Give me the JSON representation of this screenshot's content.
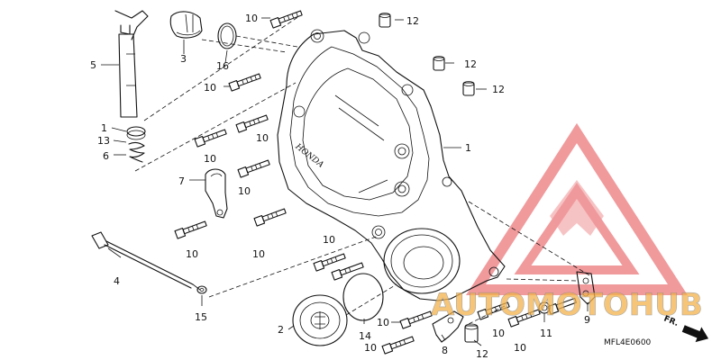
{
  "diagram": {
    "code": "MFL4E0600",
    "direction_label": "FR.",
    "cover_brand": "HONDA",
    "callouts": [
      {
        "id": "c5",
        "text": "5"
      },
      {
        "id": "c3",
        "text": "3"
      },
      {
        "id": "c16",
        "text": "16"
      },
      {
        "id": "c10a",
        "text": "10"
      },
      {
        "id": "c12a",
        "text": "12"
      },
      {
        "id": "c12b",
        "text": "12"
      },
      {
        "id": "c12c",
        "text": "12"
      },
      {
        "id": "c10b",
        "text": "10"
      },
      {
        "id": "c1a",
        "text": "1"
      },
      {
        "id": "c13",
        "text": "13"
      },
      {
        "id": "c6",
        "text": "6"
      },
      {
        "id": "c10c",
        "text": "10"
      },
      {
        "id": "c10d",
        "text": "10"
      },
      {
        "id": "c1b",
        "text": "1"
      },
      {
        "id": "c7",
        "text": "7"
      },
      {
        "id": "c10e",
        "text": "10"
      },
      {
        "id": "c10f",
        "text": "10"
      },
      {
        "id": "c10g",
        "text": "10"
      },
      {
        "id": "c4",
        "text": "4"
      },
      {
        "id": "c10h",
        "text": "10"
      },
      {
        "id": "c15",
        "text": "15"
      },
      {
        "id": "c2",
        "text": "2"
      },
      {
        "id": "c14",
        "text": "14"
      },
      {
        "id": "c10i",
        "text": "10"
      },
      {
        "id": "c10j",
        "text": "10"
      },
      {
        "id": "c8",
        "text": "8"
      },
      {
        "id": "c12d",
        "text": "12"
      },
      {
        "id": "c10k",
        "text": "10"
      },
      {
        "id": "c10l",
        "text": "10"
      },
      {
        "id": "c11",
        "text": "11"
      },
      {
        "id": "c9",
        "text": "9"
      }
    ]
  },
  "watermark": {
    "text": "AUTOMOTOHUB",
    "color_red": "#e5484d",
    "color_orange": "#f3b24b",
    "color_gray": "#8a8a8a"
  }
}
